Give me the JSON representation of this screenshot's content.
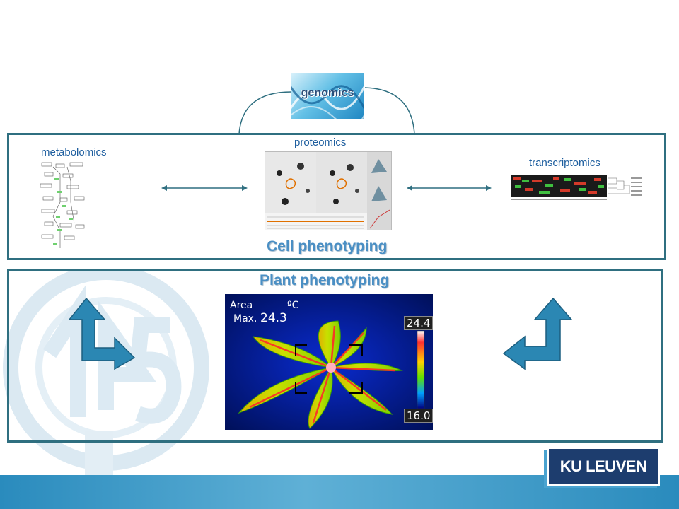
{
  "genomics": {
    "label": "genomics"
  },
  "cell_panel": {
    "title": "Cell phenotyping",
    "metabolomics_label": "metabolomics",
    "proteomics_label": "proteomics",
    "transcriptomics_label": "transcriptomics"
  },
  "plant_panel": {
    "title": "Plant phenotyping",
    "thermal": {
      "area_label": "Area",
      "max_label": "Max.",
      "max_value": "24.3",
      "unit": "ºC",
      "scale_max": "24.4",
      "scale_min": "16.0"
    }
  },
  "logo": {
    "text": "KU LEUVEN"
  },
  "colors": {
    "panel_border": "#2f6f80",
    "title_blue": "#4a8fc4",
    "arrow_fill": "#2b87b3",
    "footer_band": "#2a8bbd",
    "logo_bg": "#1d3d6e"
  }
}
